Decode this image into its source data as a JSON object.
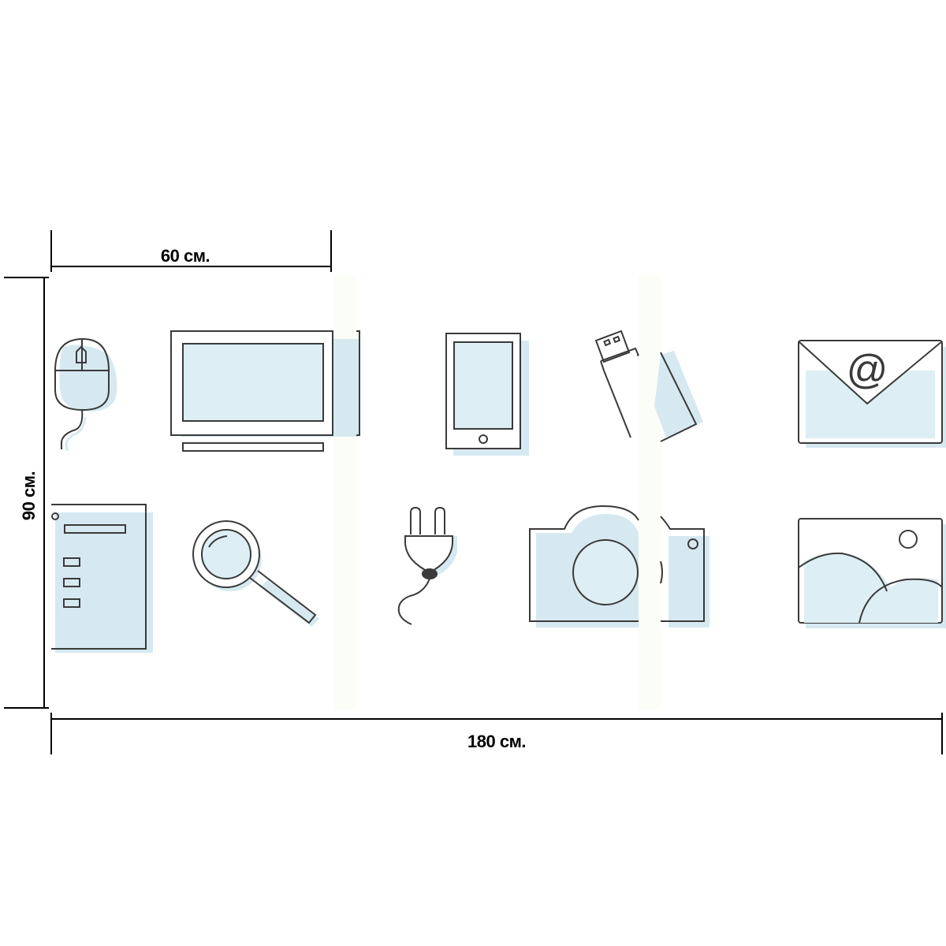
{
  "dimensions": {
    "panel_width_label": "60 см.",
    "panel_height_label": "90 см.",
    "total_width_label": "180 см."
  },
  "colors": {
    "stroke": "#3a3a3a",
    "fill": "#ddeef4",
    "shadow": "#d6e9f1",
    "panel_background": "#ffffff",
    "gap": "#fbfdfa",
    "dimension_line": "#000000"
  },
  "panels": [
    {
      "icons": [
        "mouse-icon",
        "monitor-icon",
        "document-icon",
        "magnifier-icon"
      ]
    },
    {
      "icons": [
        "tablet-icon",
        "usb-drive-icon",
        "plug-icon",
        "camera-icon"
      ]
    },
    {
      "icons": [
        "email-envelope-icon",
        "image-icon"
      ]
    }
  ]
}
